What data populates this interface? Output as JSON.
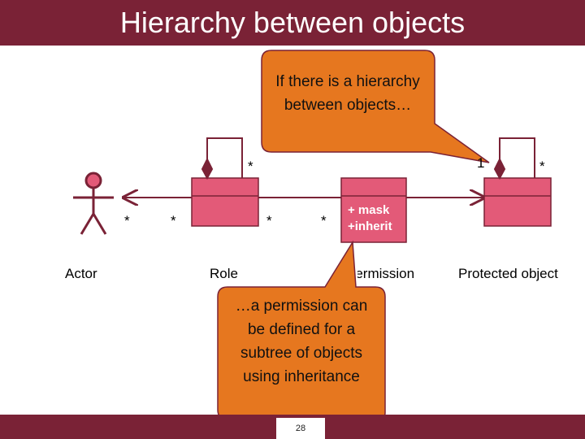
{
  "title": "Hierarchy between objects",
  "callout_top": "If there is a hierarchy between objects…",
  "callout_bottom": "…a permission can be defined for a subtree of objects using inheritance",
  "labels": {
    "actor": "Actor",
    "role": "Role",
    "permission": "Permission",
    "protected_object": "Protected object"
  },
  "permission_attributes": [
    "+ mask",
    "+inherit"
  ],
  "multiplicities": {
    "actor_role_left": "*",
    "actor_role_right": "*",
    "role_perm_left": "*",
    "role_perm_right": "*",
    "role_self": "*",
    "perm_object": "1",
    "object_self": "*"
  },
  "page_number": "28",
  "colors": {
    "banner": "#7a2236",
    "class_fill": "#e35a78",
    "class_stroke": "#7a2236",
    "callout_fill": "#e6771f"
  }
}
